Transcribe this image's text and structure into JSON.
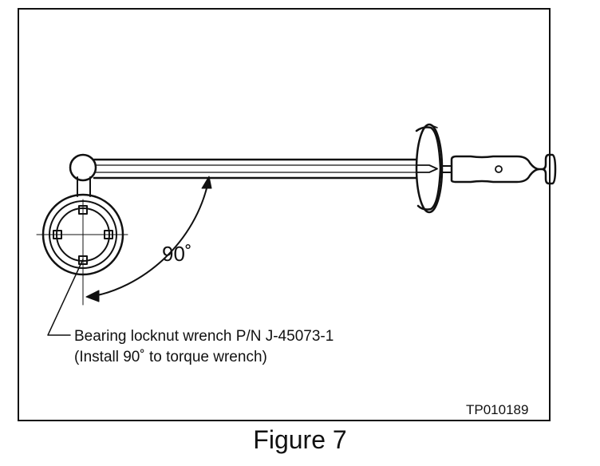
{
  "figure": {
    "angle_label": "90˚",
    "callout_line1": "Bearing locknut wrench P/N J-45073-1",
    "callout_line2": "(Install 90˚ to torque wrench)",
    "reference_code": "TP010189",
    "caption": "Figure 7"
  },
  "colors": {
    "ink": "#111111",
    "paper": "#ffffff"
  }
}
